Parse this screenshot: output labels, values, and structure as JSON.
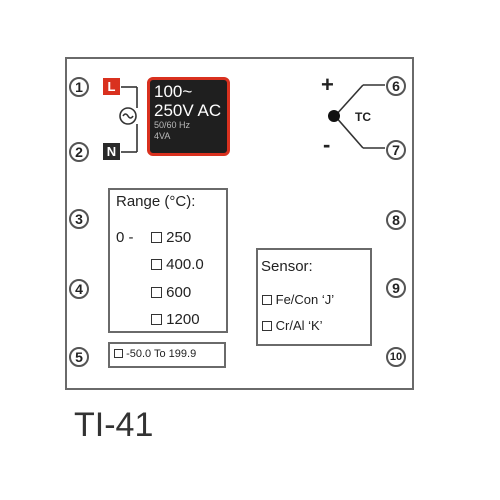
{
  "terminals": [
    "1",
    "2",
    "3",
    "4",
    "5",
    "6",
    "7",
    "8",
    "9",
    "10"
  ],
  "supply": {
    "live_label": "L",
    "neutral_label": "N",
    "voltage_line1": "100~",
    "voltage_line2": "250V AC",
    "frequency": "50/60 Hz",
    "power": "4VA"
  },
  "thermocouple": {
    "plus": "+",
    "minus": "-",
    "label": "TC"
  },
  "range": {
    "title": "Range (°C):",
    "prefix": "0 -",
    "options": [
      "250",
      "400.0",
      "600",
      "1200"
    ]
  },
  "alt_range": "-50.0 To 199.9",
  "sensor": {
    "title": "Sensor:",
    "options": [
      "Fe/Con ‘J’",
      "Cr/Al ‘K’"
    ]
  },
  "model": "TI-41",
  "colors": {
    "live": "#d9311f",
    "supply_bg": "#1f1f1f",
    "border": "#6a6a6a"
  }
}
